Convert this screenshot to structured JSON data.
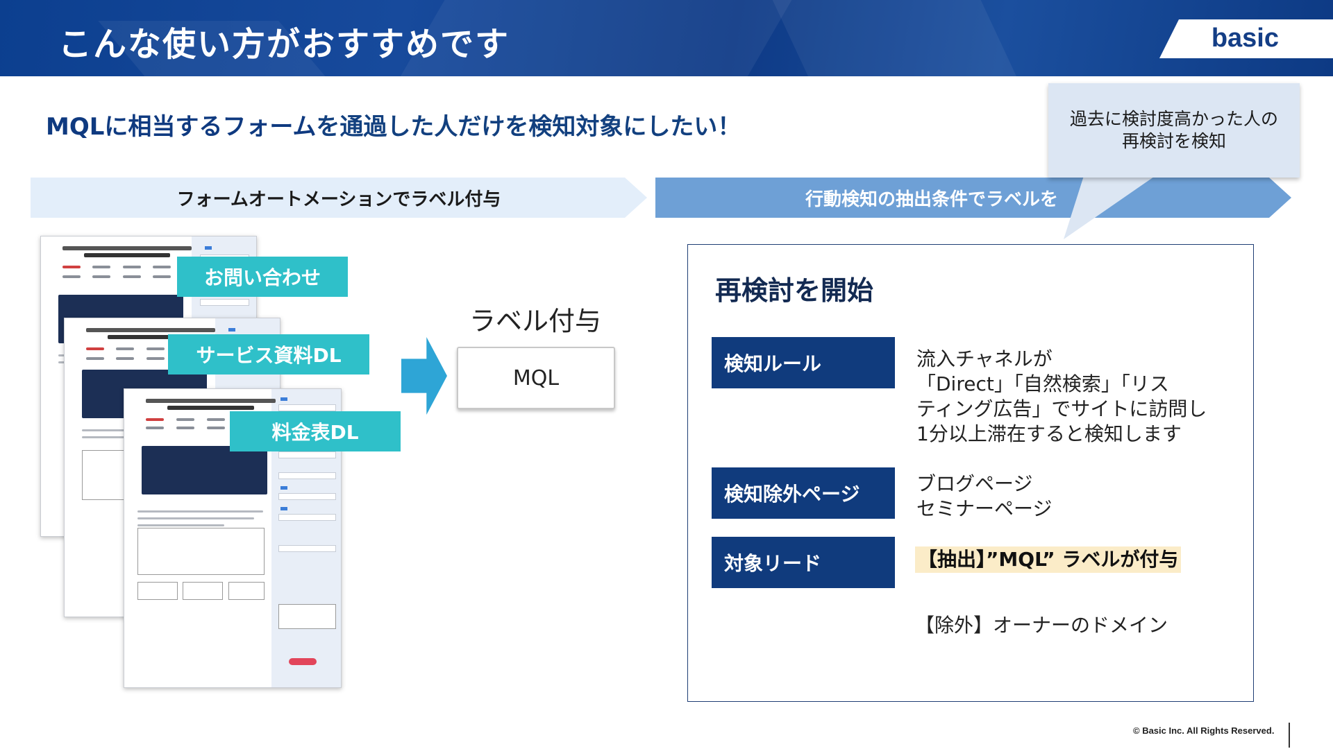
{
  "header": {
    "title": "こんな使い方がおすすめです",
    "logo": "basic"
  },
  "headline": {
    "strong": "MQLに相当するフォーム",
    "rest": "を通過した人だけを検知対象にしたい！"
  },
  "chevrons": {
    "left": "フォームオートメーションでラベル付与",
    "right": "行動検知の抽出条件でラベルを"
  },
  "forms": [
    {
      "label": "お問い合わせ"
    },
    {
      "label": "サービス資料DL"
    },
    {
      "label": "料金表DL"
    }
  ],
  "label_caption": "ラベル付与",
  "mql_label": "MQL",
  "callout": {
    "line1": "過去に検討度高かった人の",
    "line2": "再検討を検知"
  },
  "panel": {
    "title": "再検討を開始",
    "rows": [
      {
        "key": "検知ルール",
        "lines": [
          "流入チャネルが",
          "「Direct」「自然検索」「リス",
          "ティング広告」でサイトに訪問し",
          "1分以上滞在すると検知します"
        ]
      },
      {
        "key": "検知除外ページ",
        "lines": [
          "ブログページ",
          "セミナーページ"
        ]
      },
      {
        "key": "対象リード",
        "lines": [
          "【抽出】”MQL” ラベルが付与",
          "【除外】オーナーのドメイン"
        ]
      }
    ]
  },
  "colors": {
    "navy": "#103b7d",
    "teal": "#2fc0c9",
    "arrow": "#2ea5d6",
    "highlight": "#fbecc8"
  },
  "footer": "© Basic Inc. All Rights Reserved."
}
